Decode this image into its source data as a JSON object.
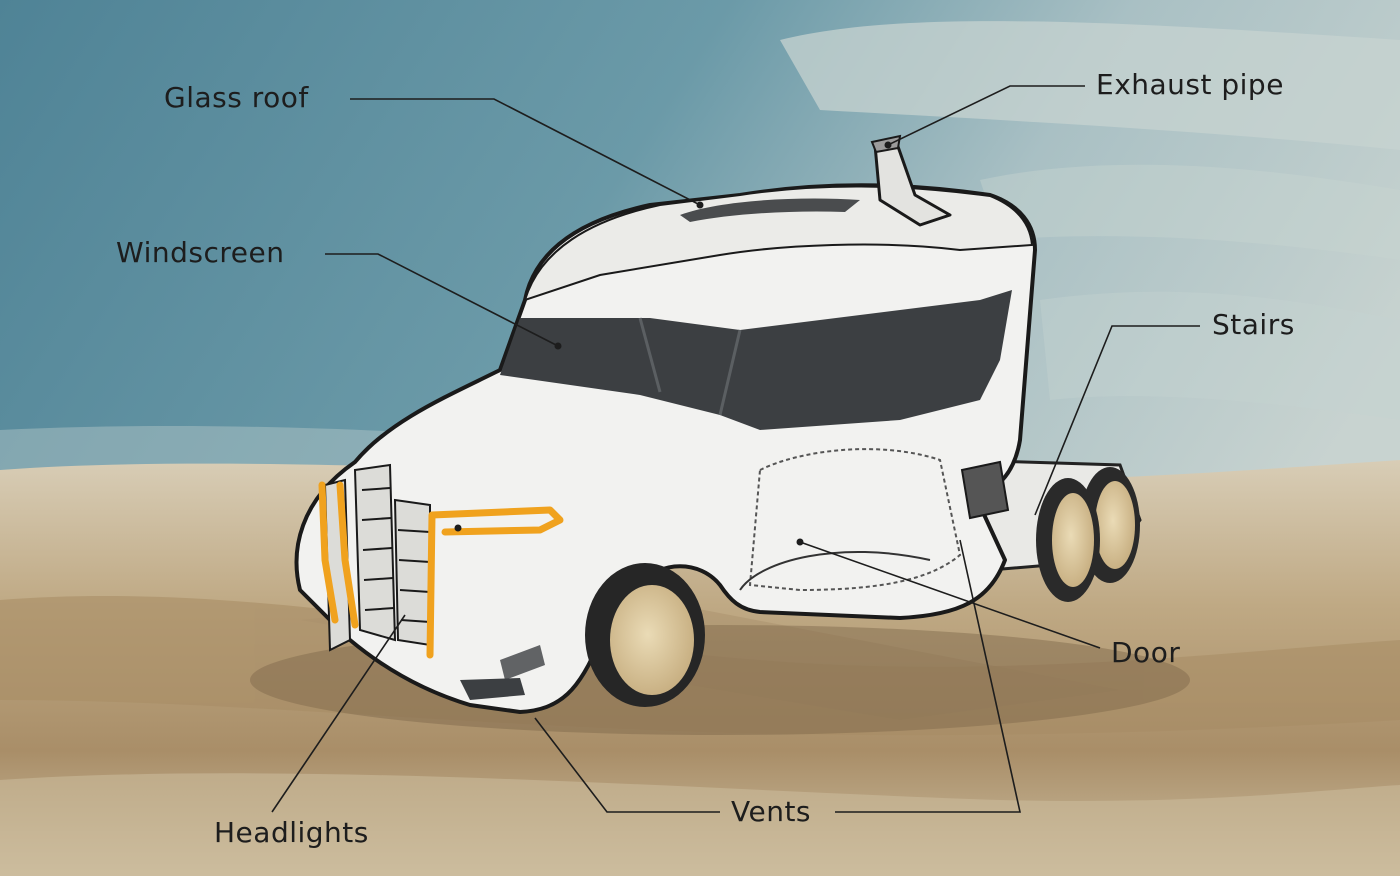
{
  "labels": {
    "glass_roof": "Glass roof",
    "exhaust_pipe": "Exhaust pipe",
    "windscreen": "Windscreen",
    "stairs": "Stairs",
    "door": "Door",
    "vents": "Vents",
    "headlights": "Headlights"
  },
  "colors": {
    "sky": "#5e8e9f",
    "sand": "#b89f7a",
    "truck_body": "#f2f2f0",
    "window": "#3c3f42",
    "headlight_accent": "#f0a21e",
    "tire": "#2a2a2a",
    "wheel_hub": "#d9c49a",
    "leader_line": "#1d1d1d",
    "text": "#1d1d1d"
  }
}
